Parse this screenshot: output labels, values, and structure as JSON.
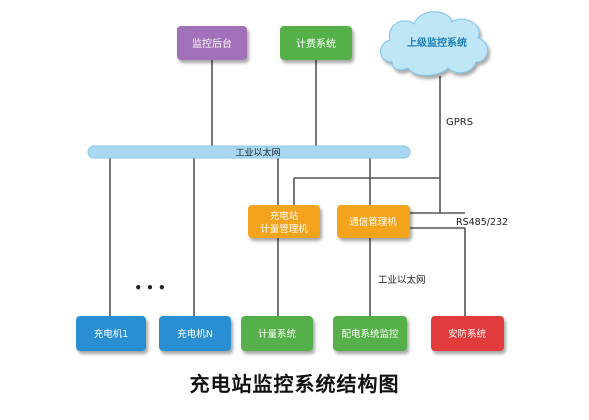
{
  "nodes": {
    "monitor_backend": {
      "label": "监控后台",
      "color": "#a06fb8"
    },
    "billing_system": {
      "label": "计费系统",
      "color": "#57b04a"
    },
    "upper_monitor": {
      "label": "上级监控系统",
      "color": "#bfe6f7",
      "text_color": "#1f7fb6"
    },
    "charging_meter": {
      "label_lines": [
        "充电站",
        "计量管理机"
      ],
      "color": "#f4a31f"
    },
    "comm_manager": {
      "label": "通信管理机",
      "color": "#f4a31f"
    },
    "charger_1": {
      "label": "充电机1",
      "color": "#2a8fd2"
    },
    "charger_n": {
      "label": "充电机N",
      "color": "#2a8fd2"
    },
    "metering_system": {
      "label": "计量系统",
      "color": "#57b04a"
    },
    "distribution_monitor": {
      "label": "配电系统监控",
      "color": "#57b04a"
    },
    "security_system": {
      "label": "安防系统",
      "color": "#e23a3a"
    }
  },
  "bus": {
    "label": "工业以太网",
    "color": "#a9d8f0"
  },
  "links": {
    "gprs": "GPRS",
    "rs485": "RS485/232",
    "local_ethernet": "工业以太网"
  },
  "ellipsis": "• • •",
  "caption": "充电站监控系统结构图"
}
